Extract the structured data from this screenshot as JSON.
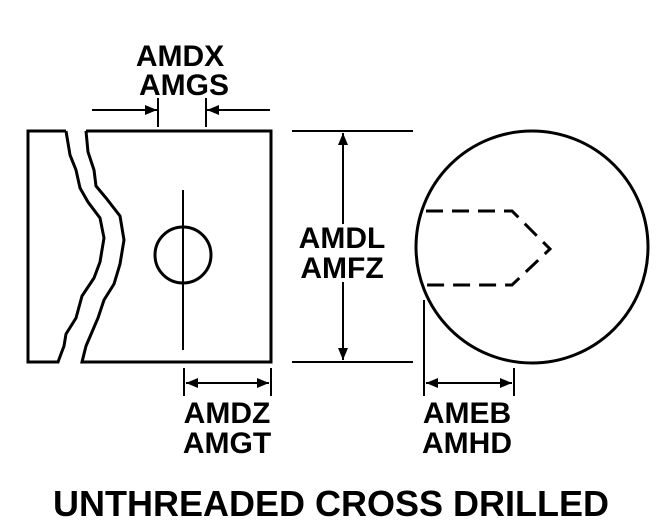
{
  "labels": {
    "width_top_1": "AMDX",
    "width_top_2": "AMGS",
    "height_1": "AMDL",
    "height_2": "AMFZ",
    "offset_1": "AMDZ",
    "offset_2": "AMGT",
    "depth_1": "AMEB",
    "depth_2": "AMHD"
  },
  "caption": "UNTHREADED CROSS DRILLED"
}
